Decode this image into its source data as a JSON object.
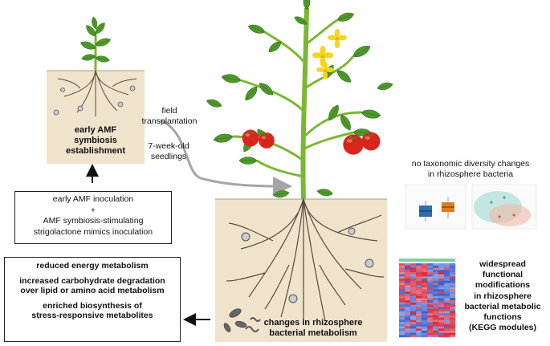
{
  "seedling_panel": {
    "label_lines": [
      "early AMF",
      "symbiosis",
      "establishment"
    ]
  },
  "inoculation": {
    "lines": [
      "early AMF inoculation",
      "+",
      "AMF symbiosis-stimulating",
      "strigolactone mimics inoculation"
    ]
  },
  "transplant": {
    "line1": "field",
    "line2": "transplantation",
    "age_line1": "7-week-old",
    "age_line2": "seedlings"
  },
  "rhizosphere": {
    "label_line1": "changes in rhizosphere",
    "label_line2": "bacterial metabolism"
  },
  "diversity": {
    "line1": "no taxonomic diversity changes",
    "line2": "in rhizosphere bacteria"
  },
  "functional": {
    "lines": [
      "widespread",
      "functional",
      "modifications",
      "in rhizosphere",
      "bacterial metabolic",
      "functions",
      "(KEGG modules)"
    ]
  },
  "outcomes": {
    "items": [
      {
        "line1": "reduced energy metabolism",
        "line2": ""
      },
      {
        "line1": "increased carbohydrate degradation",
        "line2": "over lipid or amino acid metabolism"
      },
      {
        "line1": "enriched biosynthesis of",
        "line2": "stress-responsive metabolites"
      }
    ]
  },
  "colors": {
    "soil": "#efe3cc",
    "stem": "#7bb832",
    "leaf": "#4e9a2a",
    "leaf_light": "#8cc63f",
    "tomato": "#d9261c",
    "flower": "#f7d51d",
    "root": "#5a4b3a",
    "arrow_grey": "#a6a6a6",
    "box_blue": "#2c6fa6",
    "box_orange": "#e07b1f",
    "heat_red": "#d7263d",
    "heat_blue": "#3a5fcd"
  }
}
